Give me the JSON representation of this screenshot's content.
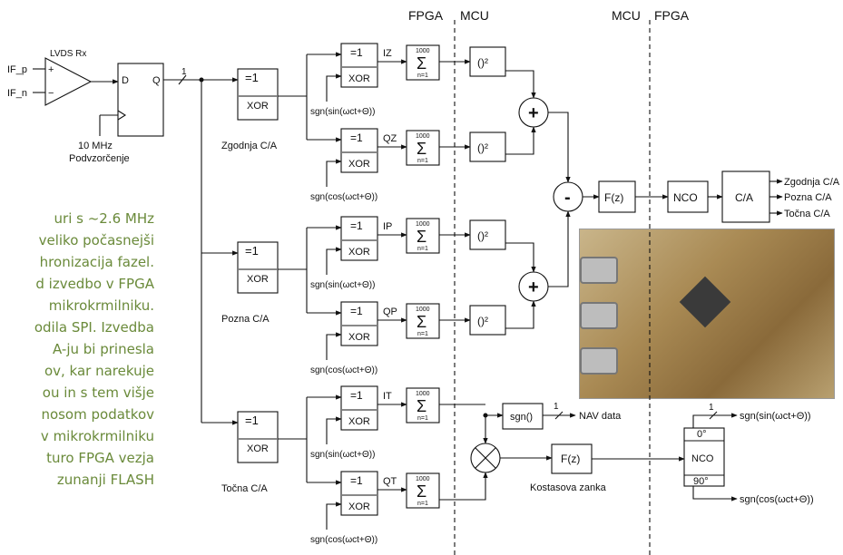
{
  "header": {
    "fpga_left": "FPGA",
    "mcu_left": "MCU",
    "mcu_right": "MCU",
    "fpga_right": "FPGA"
  },
  "input": {
    "lvds": "LVDS Rx",
    "if_p": "IF_p",
    "if_n": "IF_n",
    "plus": "+",
    "minus": "−",
    "d": "D",
    "q": "Q",
    "bus1": "1",
    "clk1": "10 MHz",
    "clk2": "Podvzorčenje"
  },
  "xor": {
    "eq": "=1",
    "label": "XOR"
  },
  "channels": {
    "early": "Zgodnja C/A",
    "prompt": "Pozna C/A",
    "late": "Točna C/A"
  },
  "sgn_sin": "sgn(sin(ωct+Θ))",
  "sgn_cos": "sgn(cos(ωct+Θ))",
  "sum": {
    "top": "1000",
    "sym": "Σ",
    "bot": "n=1"
  },
  "square": "()²",
  "signals": {
    "iz": "IZ",
    "qz": "QZ",
    "ip": "IP",
    "qp": "QP",
    "it": "IT",
    "qt": "QT"
  },
  "ops": {
    "plus": "+",
    "minus": "-",
    "mult": "×"
  },
  "blocks": {
    "fz": "F(z)",
    "nco": "NCO",
    "ca": "C/A",
    "sgn": "sgn()",
    "fz2": "F(z)"
  },
  "outputs": {
    "o1": "Zgodnja C/A",
    "o2": "Pozna C/A",
    "o3": "Točna C/A",
    "nav": "NAV data",
    "navbus": "1",
    "costas": "Kostasova zanka"
  },
  "nco2": {
    "deg0": "0°",
    "label": "NCO",
    "deg90": "90°",
    "bus": "1",
    "out_sin": "sgn(sin(ωct+Θ))",
    "out_cos": "sgn(cos(ωct+Θ))"
  },
  "bg_text": [
    "uri s ~2.6 MHz",
    "veliko počasnejši",
    "hronizacija fazel.",
    "d izvedbo v FPGA",
    "mikrokrmilniku.",
    "odila SPI. Izvedba",
    "A-ju bi prinesla",
    "ov, kar narekuje",
    "ou in s tem višje",
    "nosom podatkov",
    "v mikrokrmilniku",
    "turo FPGA vezja",
    "zunanji FLASH"
  ]
}
